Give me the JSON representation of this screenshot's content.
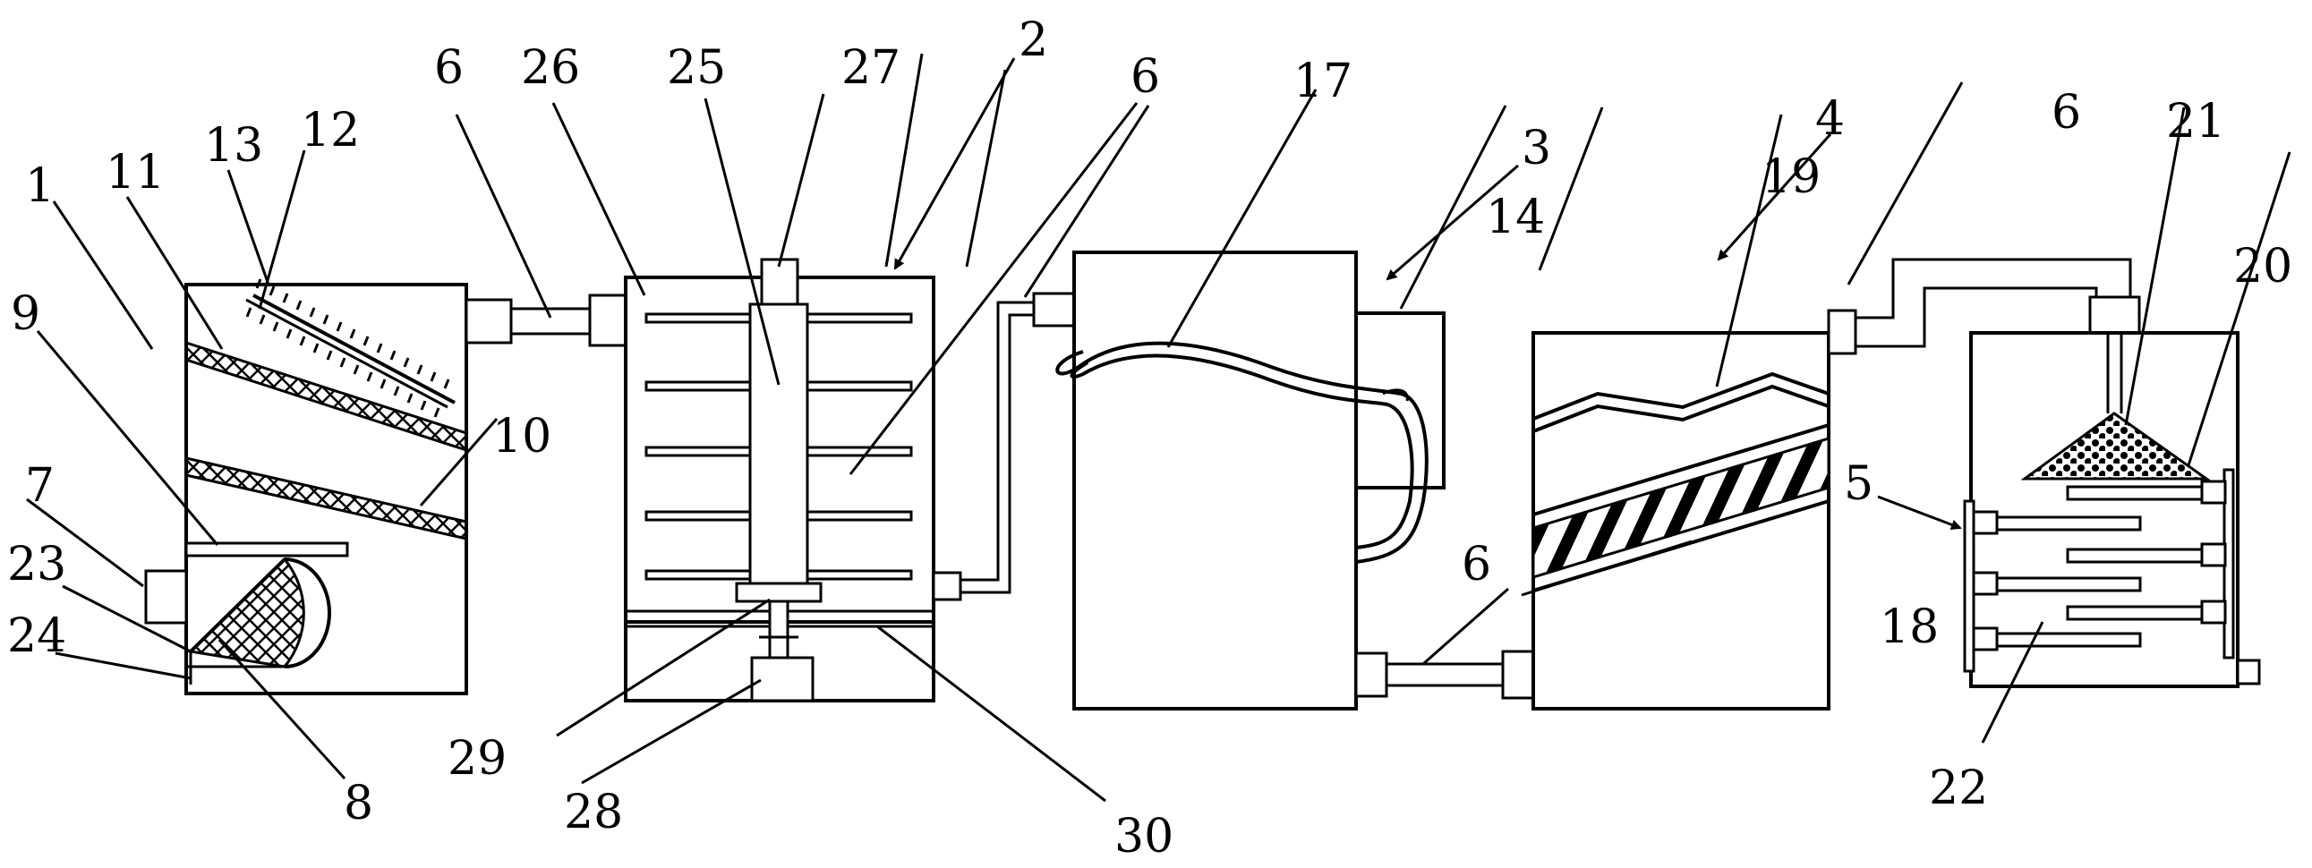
{
  "figure": {
    "callouts": [
      {
        "id": "label-1",
        "text": "1"
      },
      {
        "id": "label-2",
        "text": "2"
      },
      {
        "id": "label-3",
        "text": "3"
      },
      {
        "id": "label-4",
        "text": "4"
      },
      {
        "id": "label-5",
        "text": "5"
      },
      {
        "id": "label-6a",
        "text": "6"
      },
      {
        "id": "label-6b",
        "text": "6"
      },
      {
        "id": "label-6c",
        "text": "6"
      },
      {
        "id": "label-6d",
        "text": "6"
      },
      {
        "id": "label-7",
        "text": "7"
      },
      {
        "id": "label-8",
        "text": "8"
      },
      {
        "id": "label-9",
        "text": "9"
      },
      {
        "id": "label-10",
        "text": "10"
      },
      {
        "id": "label-11",
        "text": "11"
      },
      {
        "id": "label-12",
        "text": "12"
      },
      {
        "id": "label-13",
        "text": "13"
      },
      {
        "id": "label-14",
        "text": "14"
      },
      {
        "id": "label-17",
        "text": "17"
      },
      {
        "id": "label-18",
        "text": "18"
      },
      {
        "id": "label-19",
        "text": "19"
      },
      {
        "id": "label-20",
        "text": "20"
      },
      {
        "id": "label-21",
        "text": "21"
      },
      {
        "id": "label-22",
        "text": "22"
      },
      {
        "id": "label-23",
        "text": "23"
      },
      {
        "id": "label-24",
        "text": "24"
      },
      {
        "id": "label-25",
        "text": "25"
      },
      {
        "id": "label-26",
        "text": "26"
      },
      {
        "id": "label-27",
        "text": "27"
      },
      {
        "id": "label-28",
        "text": "28"
      },
      {
        "id": "label-29",
        "text": "29"
      },
      {
        "id": "label-30",
        "text": "30"
      }
    ]
  }
}
